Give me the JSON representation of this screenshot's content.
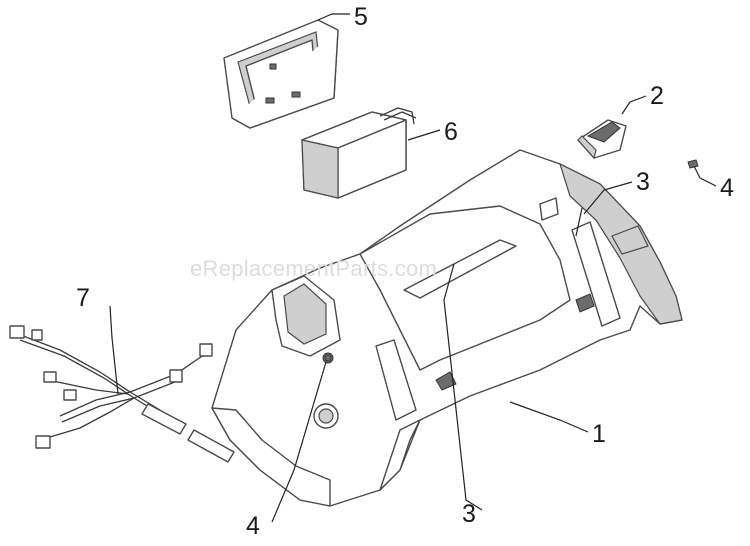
{
  "watermark": "eReplacementParts.com",
  "callouts": [
    {
      "id": "callout-5",
      "label": "5"
    },
    {
      "id": "callout-2",
      "label": "2"
    },
    {
      "id": "callout-6",
      "label": "6"
    },
    {
      "id": "callout-3-top",
      "label": "3"
    },
    {
      "id": "callout-4-right",
      "label": "4"
    },
    {
      "id": "callout-7",
      "label": "7"
    },
    {
      "id": "callout-1",
      "label": "1"
    },
    {
      "id": "callout-4-bottom",
      "label": "4"
    },
    {
      "id": "callout-3-bottom",
      "label": "3"
    }
  ]
}
